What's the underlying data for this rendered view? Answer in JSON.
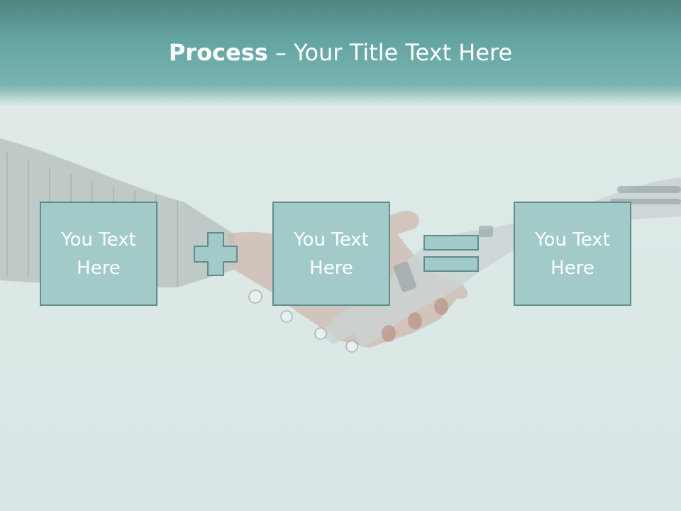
{
  "slide": {
    "title_bold": "Process",
    "title_rest": " – Your Title Text Here"
  },
  "boxes": [
    {
      "text": "You Text Here"
    },
    {
      "text": "You Text Here"
    },
    {
      "text": "You Text Here"
    }
  ],
  "operators": [
    "plus",
    "equals"
  ],
  "background_image": "handshake between human hand and robot hand",
  "colors": {
    "title_band": "#62a3a0",
    "box_fill": "#a2cac8",
    "box_border": "#5e8e8b",
    "text": "#ffffff"
  }
}
